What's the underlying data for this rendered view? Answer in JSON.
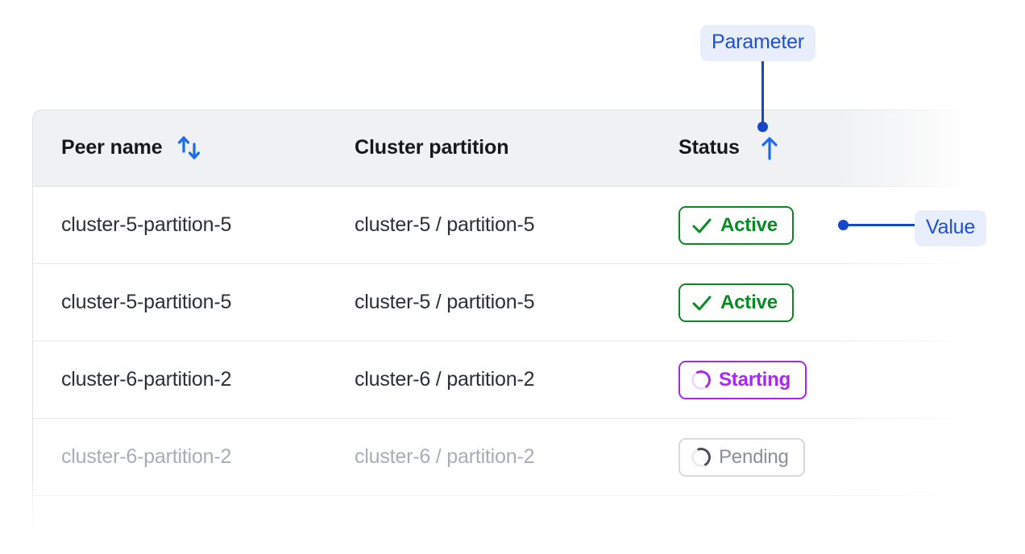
{
  "table": {
    "columns": [
      {
        "key": "peer_name",
        "label": "Peer name",
        "sort_icon": "sort-both-arrows-icon",
        "sort_state": "none"
      },
      {
        "key": "cluster_partition",
        "label": "Cluster partition",
        "sort_icon": "",
        "sort_state": "none"
      },
      {
        "key": "status",
        "label": "Status",
        "sort_icon": "sort-ascending-arrow-icon",
        "sort_state": "ascending"
      }
    ],
    "rows": [
      {
        "peer_name": "cluster-5-partition-5",
        "cluster_partition": "cluster-5 / partition-5",
        "status": "Active",
        "status_kind": "active",
        "status_icon": "check-icon",
        "muted": false
      },
      {
        "peer_name": "cluster-5-partition-5",
        "cluster_partition": "cluster-5 / partition-5",
        "status": "Active",
        "status_kind": "active",
        "status_icon": "check-icon",
        "muted": false
      },
      {
        "peer_name": "cluster-6-partition-2",
        "cluster_partition": "cluster-6 / partition-2",
        "status": "Starting",
        "status_kind": "starting",
        "status_icon": "spinner-icon",
        "muted": false
      },
      {
        "peer_name": "cluster-6-partition-2",
        "cluster_partition": "cluster-6 / partition-2",
        "status": "Pending",
        "status_kind": "pending",
        "status_icon": "spinner-icon",
        "muted": true
      }
    ]
  },
  "annotations": {
    "parameter": {
      "label": "Parameter",
      "points_to": "status-column-header"
    },
    "value": {
      "label": "Value",
      "points_to": "status-badge-row-1"
    }
  },
  "colors": {
    "annotation_text": "#1f4fd8",
    "annotation_bg": "#e8eefc",
    "annotation_line": "#1447c9",
    "sort_icon": "#1a6bf0",
    "status_active": "#0a8a25",
    "status_starting": "#a529f0",
    "status_pending": "#8b8f96",
    "header_bg": "#f0f1f3",
    "row_border": "#e9eaec"
  }
}
